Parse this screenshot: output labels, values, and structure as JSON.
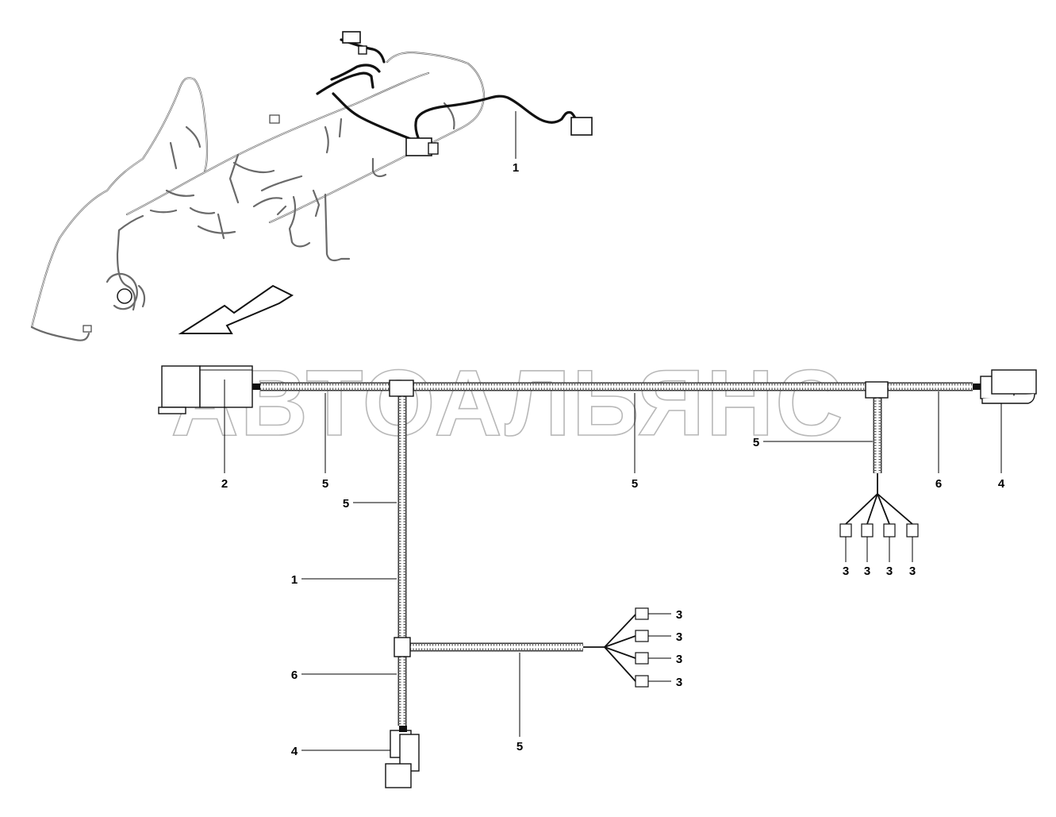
{
  "watermark": "АВТОАЛЬЯНС",
  "callouts": {
    "c1_top": "1",
    "c2": "2",
    "c5_a": "5",
    "c5_b": "5",
    "c5_c": "5",
    "c6_top": "6",
    "c4_top": "4",
    "c5_vert": "5",
    "c1_left": "1",
    "c6_left": "6",
    "c4_left": "4",
    "c5_bottom": "5",
    "c3_v1": "3",
    "c3_v2": "3",
    "c3_v3": "3",
    "c3_v4": "3",
    "c3_h1": "3",
    "c3_h2": "3",
    "c3_h3": "3",
    "c3_h4": "3"
  }
}
